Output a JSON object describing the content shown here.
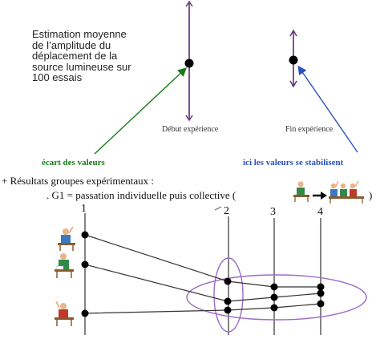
{
  "top_panel": {
    "estimation_lines": [
      "Estimation moyenne",
      "de l’amplitude du",
      "déplacement de la",
      "source lumineuse sur",
      "100 essais"
    ],
    "debut_label": "Début expérience",
    "fin_label": "Fin expérience",
    "ecart_label": "écart des valeurs",
    "stabilisent_label": "ici les valeurs se stabilisent",
    "colors": {
      "ecart": "#1a7a1a",
      "stabilisent": "#2a52be",
      "axis": "#5a2a7a"
    }
  },
  "bottom_panel": {
    "results_heading": "+ Résultats groupes expérimentaux :",
    "g1_label": ". G1 = passation individuelle puis collective (",
    "g1_close": ")",
    "column_numbers": [
      "1",
      "2",
      "3",
      "4"
    ],
    "colors": {
      "ellipse": "#9b6bc8",
      "axis": "#333333",
      "dots": "#000000"
    }
  }
}
